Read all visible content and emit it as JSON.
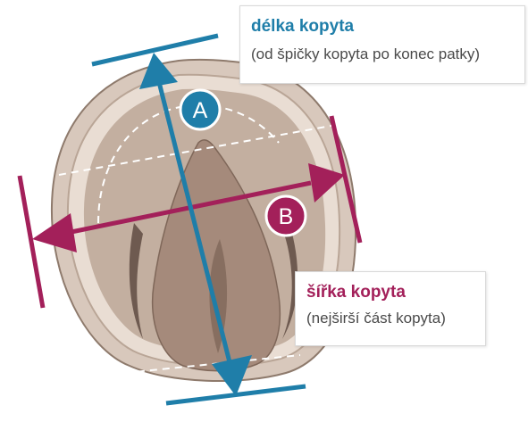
{
  "length_callout": {
    "title": "délka kopyta",
    "subtitle": "(od špičky kopyta po konec patky)"
  },
  "width_callout": {
    "title": "šířka kopyta",
    "subtitle": "(nejširší část kopyta)"
  },
  "badges": {
    "a": "A",
    "b": "B"
  },
  "colors": {
    "length_accent": "#1f7ea9",
    "width_accent": "#a3205a",
    "hoof_wall": "#d8c8bc",
    "hoof_sole": "#c3afa0",
    "frog": "#a58a7b"
  }
}
